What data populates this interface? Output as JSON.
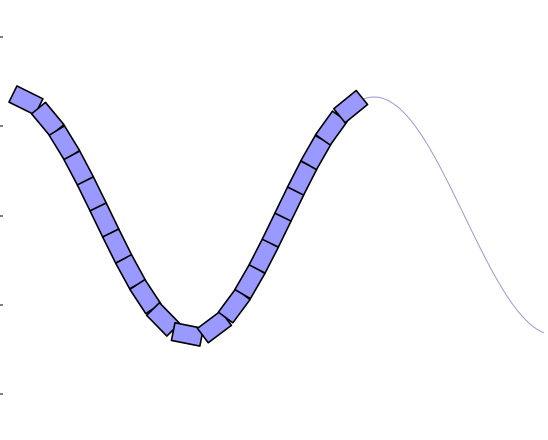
{
  "colors": {
    "background": "#ffffff",
    "segment_fill": "#9999ff",
    "segment_stroke": "#000000",
    "curve": "#9a9ad6"
  },
  "curve": {
    "shape": "sine",
    "periods_visible": 1.4
  },
  "chain": {
    "segment_count": 21,
    "covers_fraction_of_curve": 0.66
  },
  "axis": {
    "tick_count": 5
  }
}
